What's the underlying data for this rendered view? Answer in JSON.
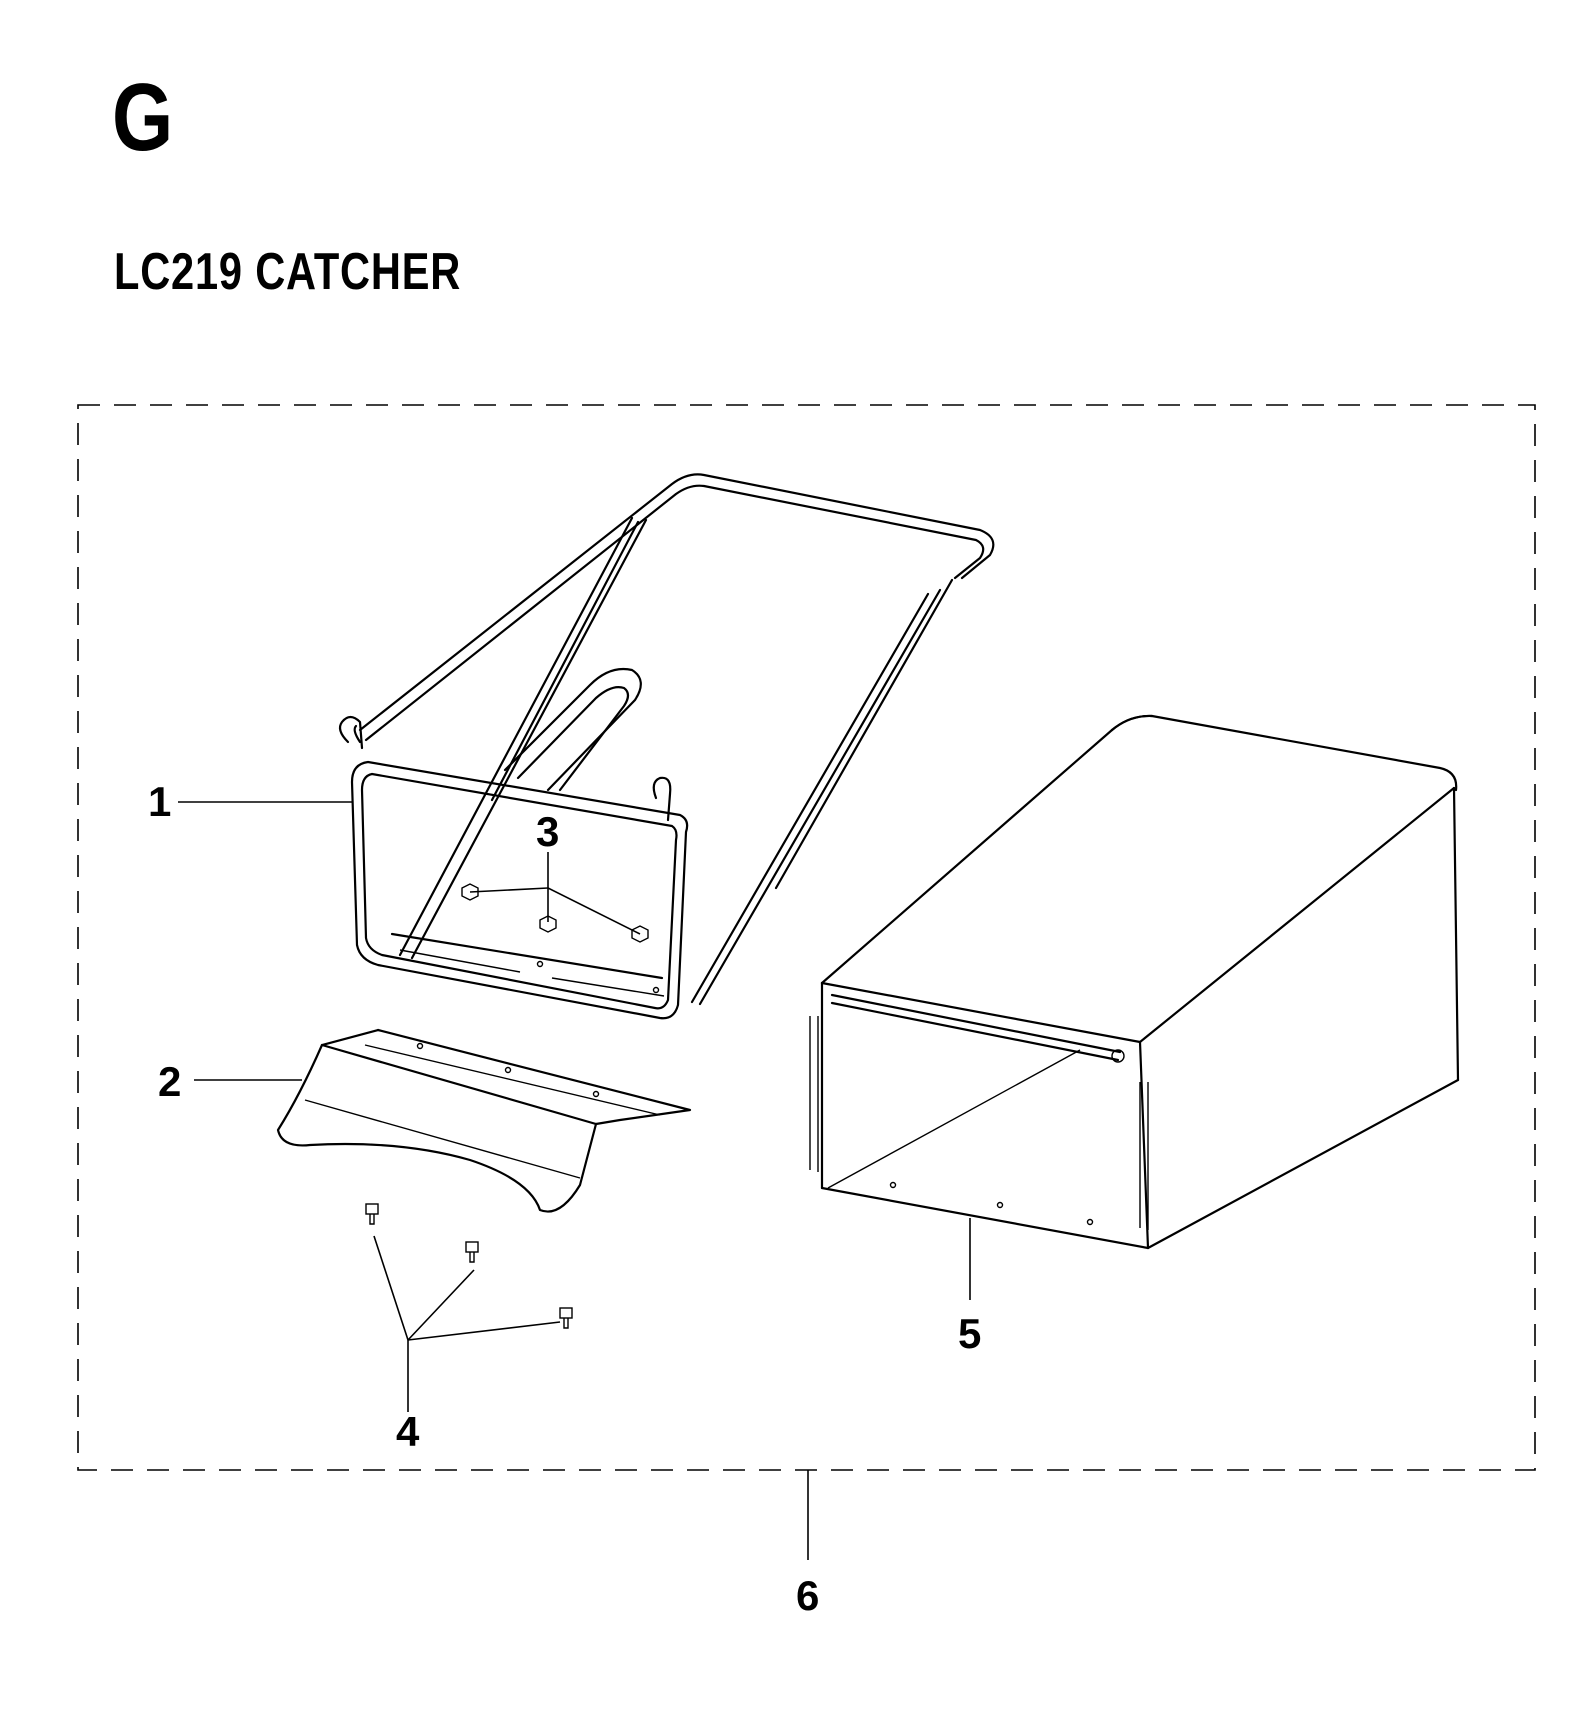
{
  "header": {
    "section_letter": "G",
    "title": "LC219 CATCHER"
  },
  "callouts": {
    "c1": "1",
    "c2": "2",
    "c3": "3",
    "c4": "4",
    "c5": "5",
    "c6": "6"
  }
}
